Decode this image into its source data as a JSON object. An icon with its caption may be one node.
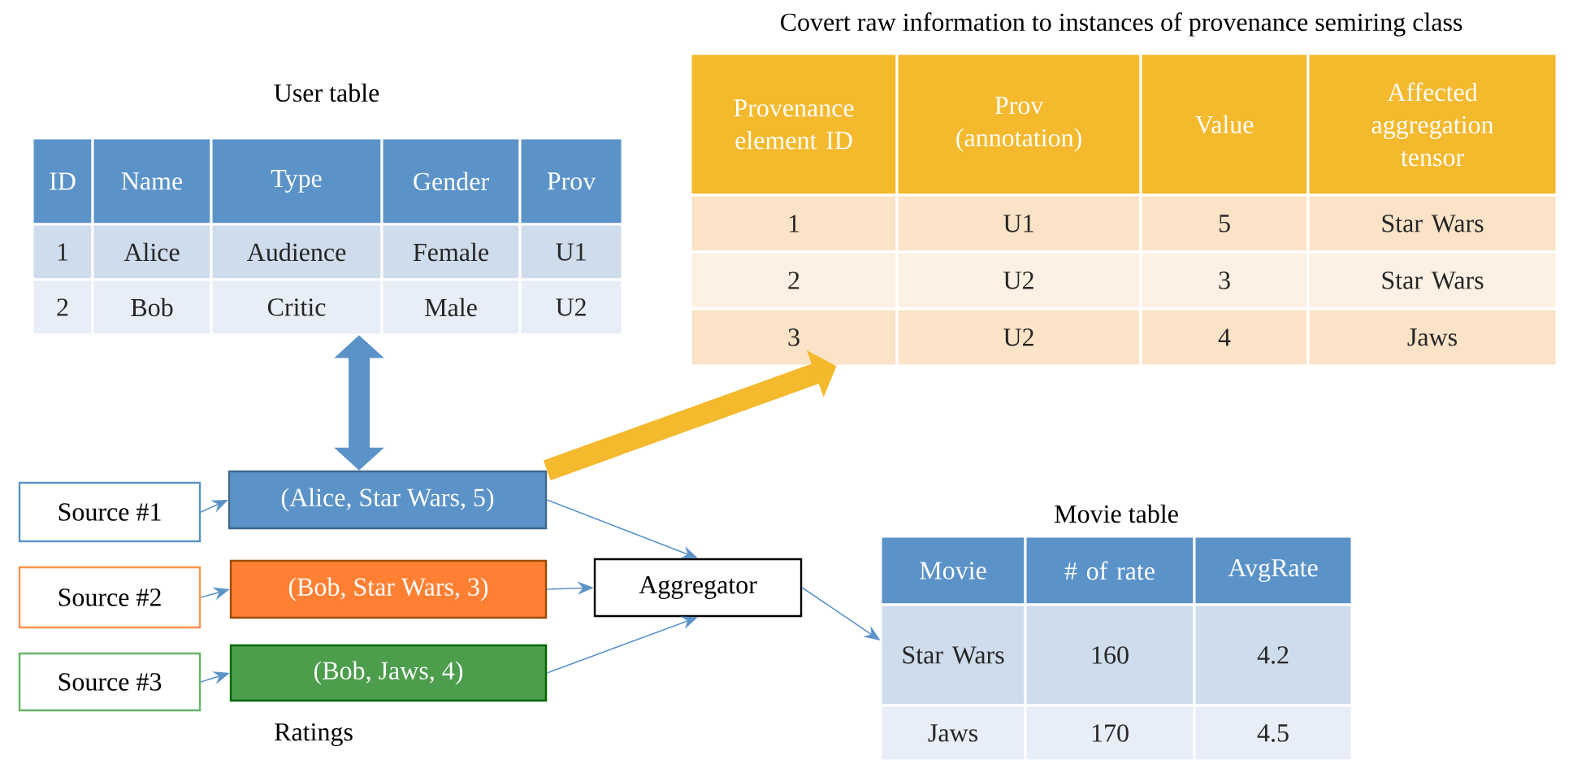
{
  "diagram": {
    "nodes": [
      {
        "text": [
          "User table"
        ]
      },
      {
        "text": [
          "Covert raw information to instances of provenance semiring class"
        ]
      },
      {
        "text": [
          "Source #1"
        ]
      },
      {
        "text": [
          "(Alice, Star Wars, 5)"
        ]
      },
      {
        "text": [
          "Source #2"
        ]
      },
      {
        "text": [
          "(Bob, Star Wars, 3)"
        ]
      },
      {
        "text": [
          "Aggregator"
        ]
      },
      {
        "text": [
          "Source #3"
        ]
      },
      {
        "text": [
          "(Bob, Jaws, 4)"
        ]
      },
      {
        "text": [
          "Movie table"
        ]
      }
    ],
    "edges": [
      {
        "from": 0,
        "to": 3,
        "arrow": "both",
        "style": "thick"
      },
      {
        "from": 3,
        "to": 1,
        "arrow": "to",
        "style": "thick",
        "color": "#f4b92d"
      },
      {
        "from": 2,
        "to": 3,
        "arrow": "to"
      },
      {
        "from": 4,
        "to": 5,
        "arrow": "to"
      },
      {
        "from": 7,
        "to": 8,
        "arrow": "to"
      },
      {
        "from": 3,
        "to": 6,
        "arrow": "to"
      },
      {
        "from": 5,
        "to": 6,
        "arrow": "to"
      },
      {
        "from": 8,
        "to": 6,
        "arrow": "to"
      },
      {
        "from": 6,
        "to": 9,
        "arrow": "to"
      }
    ],
    "labels": [
      "ID",
      "Name",
      "Type",
      "Gender",
      "Prov",
      "1",
      "Alice",
      "Audience",
      "Female",
      "U1",
      "2",
      "Bob",
      "Critic",
      "Male",
      "U2",
      "Provenance element ID",
      "Prov (annotation)",
      "Value",
      "Affected aggregation tensor",
      "1",
      "U1",
      "5",
      "Star Wars",
      "2",
      "U2",
      "3",
      "Star Wars",
      "3",
      "U2",
      "4",
      "Jaws",
      "Movie",
      "# of rate",
      "AvgRate",
      "Star Wars",
      "160",
      "4.2",
      "Ratings",
      "Jaws",
      "170",
      "4.5"
    ]
  }
}
